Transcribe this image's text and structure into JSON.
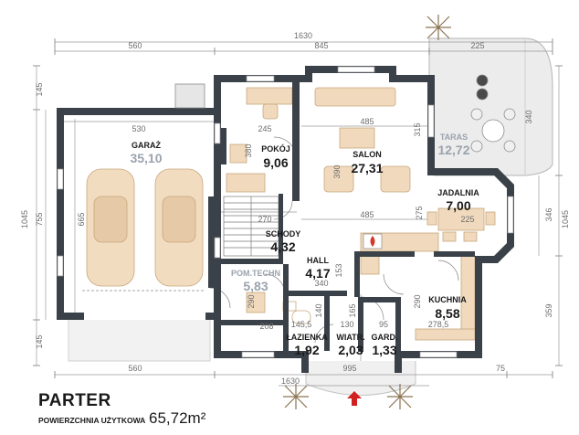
{
  "plan": {
    "title": "PARTER",
    "subtitle": "POWIERZCHNIA UŻYTKOWA",
    "total_area": "65,72m²",
    "colors": {
      "wall": "#3b4148",
      "furniture": "#f0d9bc",
      "furniture_stroke": "#c9a77e",
      "terrace": "#ececec",
      "dimension": "#8a8a8a",
      "light_text": "#9aa3ad",
      "entry_arrow": "#d02020"
    },
    "icons": [
      "plant-icon",
      "fireplace-icon",
      "entry-arrow-icon"
    ]
  },
  "rooms": {
    "garaz": {
      "name": "GARAŻ",
      "area": "35,10"
    },
    "pokoj": {
      "name": "POKÓJ",
      "area": "9,06"
    },
    "salon": {
      "name": "SALON",
      "area": "27,31"
    },
    "taras": {
      "name": "TARAS",
      "area": "12,72"
    },
    "jadalnia": {
      "name": "JADALNIA",
      "area": "7,00"
    },
    "schody": {
      "name": "SCHODY",
      "area": "4,32"
    },
    "hall": {
      "name": "HALL",
      "area": "4,17"
    },
    "pom_techn": {
      "name": "POM.TECHN",
      "area": "5,83"
    },
    "kuchnia": {
      "name": "KUCHNIA",
      "area": "8,58"
    },
    "lazienka": {
      "name": "ŁAZIENKA",
      "area": "1,92"
    },
    "wiatr": {
      "name": "WIATR.",
      "area": "2,03"
    },
    "gard": {
      "name": "GARD.",
      "area": "1,33"
    }
  },
  "dims": {
    "top_total": "1630",
    "top_left": "560",
    "top_mid": "845",
    "top_right": "225",
    "bottom_total": "1630",
    "bottom_left": "560",
    "bottom_mid": "995",
    "bottom_right": "75",
    "left_total": "1045",
    "left_inner": "755",
    "left_top": "145",
    "left_bottom": "145",
    "right_total": "1045",
    "right_a": "346",
    "right_b": "340",
    "right_c": "359",
    "garage_w": "530",
    "garage_h": "665",
    "pokoj_w": "245",
    "pokoj_h": "380",
    "salon_w": "485",
    "salon_h": "390",
    "salon_side": "315",
    "hall_w": "485",
    "jadalnia_h": "275",
    "jadalnia_w": "225",
    "schody_w": "270",
    "pom_h": "290",
    "pom_w": "208",
    "hall_h": "340",
    "hall_side": "153",
    "lazienka_w": "145,5",
    "lazienka_h": "140",
    "wiatr_w": "130",
    "wiatr_h": "165",
    "gard_w": "95",
    "kuchnia_h": "290",
    "kuchnia_w": "278,5"
  }
}
